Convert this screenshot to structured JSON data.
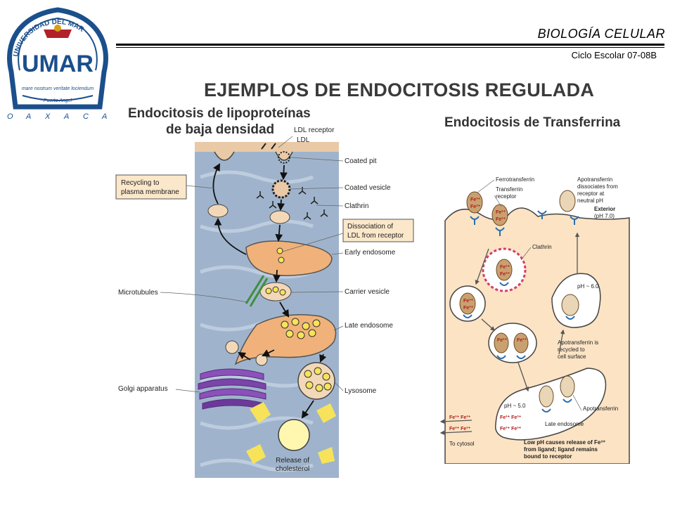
{
  "header": {
    "course": "BIOLOGÍA CELULAR",
    "cycle": "Ciclo Escolar 07-08B"
  },
  "logo": {
    "ring_text": "UNIVERSIDAD DEL MAR",
    "letters": "UMAR",
    "motto": "mare nostrum verítate lociendum",
    "city": "Puerto Angel",
    "state": [
      "O",
      "A",
      "X",
      "A",
      "C",
      "A"
    ]
  },
  "slide": {
    "title": "EJEMPLOS DE ENDOCITOSIS REGULADA",
    "left_subtitle_line1": "Endocitosis de lipoproteínas",
    "left_subtitle_line2": "de baja densidad",
    "right_subtitle": "Endocitosis de Transferrina"
  },
  "ldl_diagram": {
    "labels": {
      "ldl_receptor": "LDL receptor",
      "ldl": "LDL",
      "coated_pit": "Coated pit",
      "coated_vesicle": "Coated vesicle",
      "clathrin": "Clathrin",
      "dissociation_1": "Dissociation of",
      "dissociation_2": "LDL from receptor",
      "early_endosome": "Early endosome",
      "carrier_vesicle": "Carrier vesicle",
      "late_endosome": "Late endosome",
      "lysosome": "Lysosome",
      "release_1": "Release of",
      "release_2": "cholesterol",
      "recycling_1": "Recycling to",
      "recycling_2": "plasma membrane",
      "microtubules": "Microtubules",
      "golgi": "Golgi apparatus"
    }
  },
  "tf_diagram": {
    "labels": {
      "ferrotransferrin": "Ferrotransferrin",
      "transferrin_1": "Transferrin",
      "transferrin_2": "receptor",
      "apo_1": "Apotransferrin",
      "apo_2": "dissociates from",
      "apo_3": "receptor at",
      "apo_4": "neutral pH",
      "exterior_1": "Exterior",
      "exterior_2": "(pH 7.0)",
      "clathrin": "Clathrin",
      "ph60": "pH ~ 6.0",
      "recyc_1": "Apotransferrin is",
      "recyc_2": "recycled to",
      "recyc_3": "cell surface",
      "ph50": "pH ~ 5.0",
      "apotransferrin": "Apotransferrin",
      "late_endosome": "Late endosome",
      "low_1": "Low pH causes release of Fe³⁺",
      "low_2": "from ligand; ligand remains",
      "low_3": "bound to receptor",
      "to_cytosol": "To cytosol",
      "fe2": "Fe³⁺ Fe³⁺",
      "fe": "Fe³⁺",
      "fe_pair_a": "Fe³⁺",
      "fe_pair_b": "Fe³⁺"
    }
  }
}
